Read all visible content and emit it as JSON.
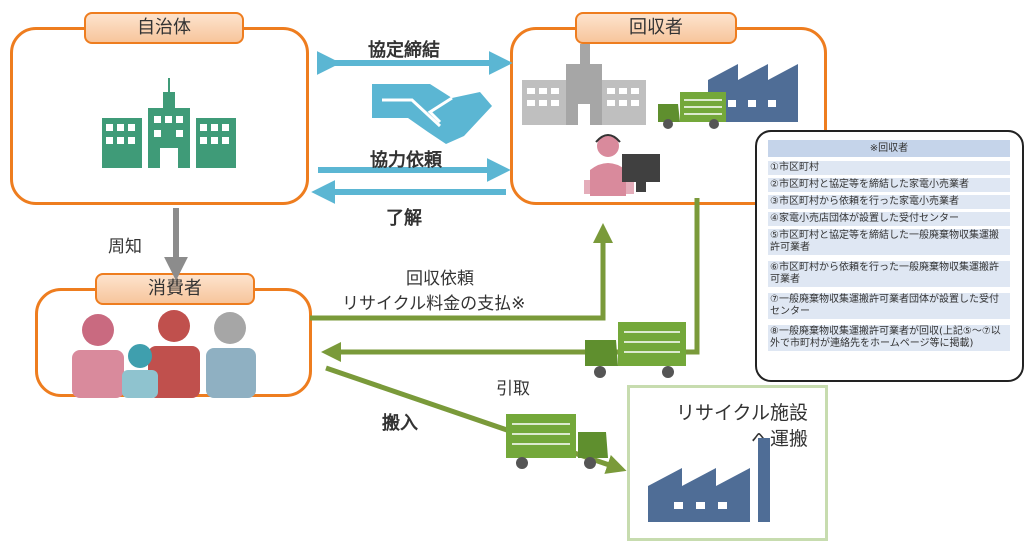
{
  "actors": {
    "municipality": "自治体",
    "collector": "回収者",
    "consumer": "消費者"
  },
  "flows": {
    "agreement": "協定締結",
    "cooperation_request": "協力依頼",
    "acknowledged": "了解",
    "notice": "周知",
    "collection_request_line1": "回収依頼",
    "collection_request_line2": "リサイクル料金の支払※",
    "pickup": "引取",
    "delivery": "搬入"
  },
  "recycling_facility": {
    "line1": "リサイクル施設",
    "line2": "へ運搬"
  },
  "collector_note": {
    "title": "※回収者",
    "items": [
      "①市区町村",
      "②市区町村と協定等を締結した家電小売業者",
      "③市区町村から依頼を行った家電小売業者",
      "④家電小売店団体が設置した受付センター",
      "⑤市区町村と協定等を締結した一般廃棄物収集運搬許可業者",
      "⑥市区町村から依頼を行った一般廃棄物収集運搬許可業者",
      "⑦一般廃棄物収集運搬許可業者団体が設置した受付センター",
      "⑧一般廃棄物収集運搬許可業者が回収(上記⑤～⑦以外で市町村が連絡先をホームページ等に掲載)"
    ]
  },
  "colors": {
    "panel_border": "#ee7d1f",
    "blue_arrow": "#5bb6d3",
    "green_arrow": "#7a9a3a",
    "gray_arrow": "#8c8c8c",
    "building_green": "#3f9b78",
    "factory_blue": "#4f6d96",
    "truck_green": "#74a83a"
  }
}
